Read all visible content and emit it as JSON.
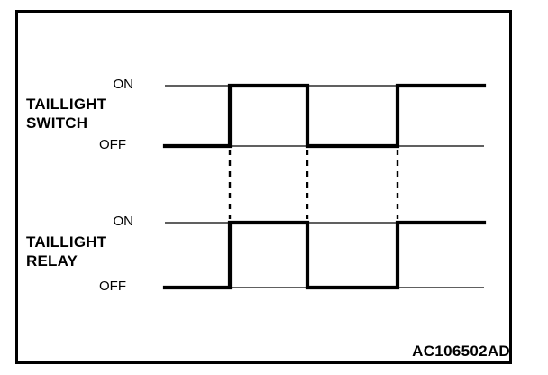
{
  "figure": {
    "caption": "AC106502AD",
    "border_color": "#000000",
    "background_color": "#ffffff",
    "signal_color": "#000000"
  },
  "chart_data": {
    "type": "line",
    "title": "",
    "subtitle": "",
    "xlabel": "",
    "ylabel": "",
    "grid": false,
    "legend_position": "none",
    "notes": "Digital timing waveform diagram: taillight switch input and taillight relay output, drawn as square waves sharing common transition times marked by vertical dashed guide lines.",
    "level_labels": [
      "ON",
      "OFF"
    ],
    "transition_times": [
      255,
      341,
      441
    ],
    "x_start": 183,
    "x_end": 537,
    "series": [
      {
        "name": "TAILLIGHT SWITCH",
        "label_line_1": "TAILLIGHT",
        "label_line_2": "SWITCH",
        "on_level_y": 95,
        "off_level_y": 162,
        "initial_state": "OFF",
        "final_state": "ON",
        "states": [
          "OFF",
          "ON",
          "OFF",
          "ON"
        ],
        "on_label": "ON",
        "off_label": "OFF"
      },
      {
        "name": "TAILLIGHT RELAY",
        "label_line_1": "TAILLIGHT",
        "label_line_2": "RELAY",
        "on_level_y": 247,
        "off_level_y": 319,
        "initial_state": "OFF",
        "final_state": "ON",
        "states": [
          "OFF",
          "ON",
          "OFF",
          "ON"
        ],
        "on_label": "ON",
        "off_label": "OFF"
      }
    ],
    "guide_lines": [
      {
        "x": 255,
        "y_top": 166,
        "y_bottom": 243
      },
      {
        "x": 341,
        "y_top": 166,
        "y_bottom": 243
      },
      {
        "x": 441,
        "y_top": 166,
        "y_bottom": 243
      }
    ]
  }
}
